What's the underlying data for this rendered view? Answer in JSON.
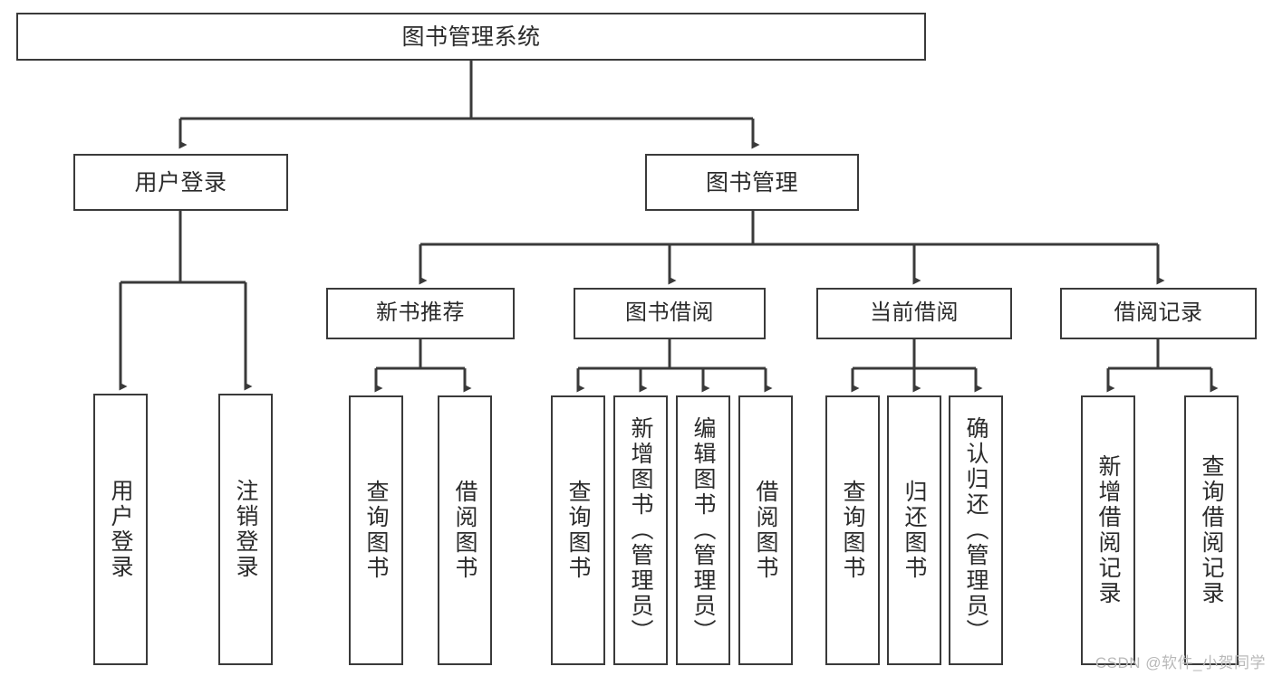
{
  "diagram": {
    "title": "图书管理系统",
    "type": "tree-hierarchy-diagram",
    "watermark": "CSDN @软件_小贺同学",
    "root": {
      "label": "图书管理系统"
    },
    "level2": [
      {
        "label": "用户登录"
      },
      {
        "label": "图书管理"
      }
    ],
    "level3": [
      {
        "label": "新书推荐"
      },
      {
        "label": "图书借阅"
      },
      {
        "label": "当前借阅"
      },
      {
        "label": "借阅记录"
      }
    ],
    "leaves": {
      "user_login": [
        {
          "label": "用户登录"
        },
        {
          "label": "注销登录"
        }
      ],
      "new_book_recommend": [
        {
          "label": "查询图书"
        },
        {
          "label": "借阅图书"
        }
      ],
      "book_borrow": [
        {
          "label": "查询图书"
        },
        {
          "label": "新增图书（管理员）"
        },
        {
          "label": "编辑图书（管理员）"
        },
        {
          "label": "借阅图书"
        }
      ],
      "current_borrow": [
        {
          "label": "查询图书"
        },
        {
          "label": "归还图书"
        },
        {
          "label": "确认归还（管理员）"
        }
      ],
      "borrow_record": [
        {
          "label": "新增借阅记录"
        },
        {
          "label": "查询借阅记录"
        }
      ]
    },
    "colors": {
      "stroke": "#3a3a3a",
      "text": "#2b2b2b",
      "background": "#ffffff",
      "watermark": "#b9b9b9"
    }
  }
}
